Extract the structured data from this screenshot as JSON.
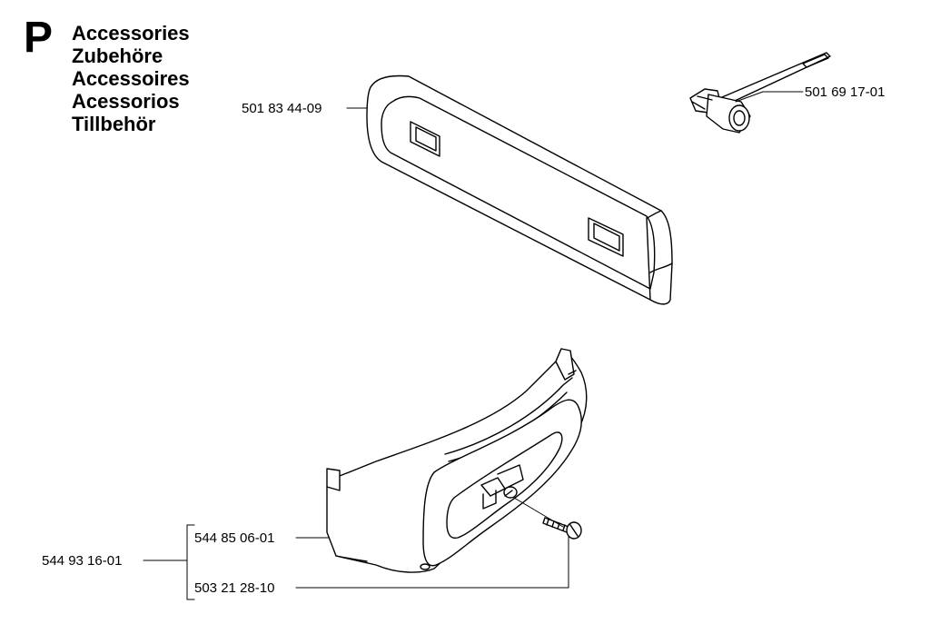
{
  "section": {
    "letter": "P",
    "titles": [
      "Accessories",
      "Zubehöre",
      "Accessoires",
      "Acessorios",
      "Tillbehör"
    ]
  },
  "parts": {
    "bar_guard": "501 83 44-09",
    "combi_wrench": "501 69 17-01",
    "chain_catcher_kit": "544 93 16-01",
    "chain_catcher": "544 85 06-01",
    "screw": "503 21 28-10"
  }
}
